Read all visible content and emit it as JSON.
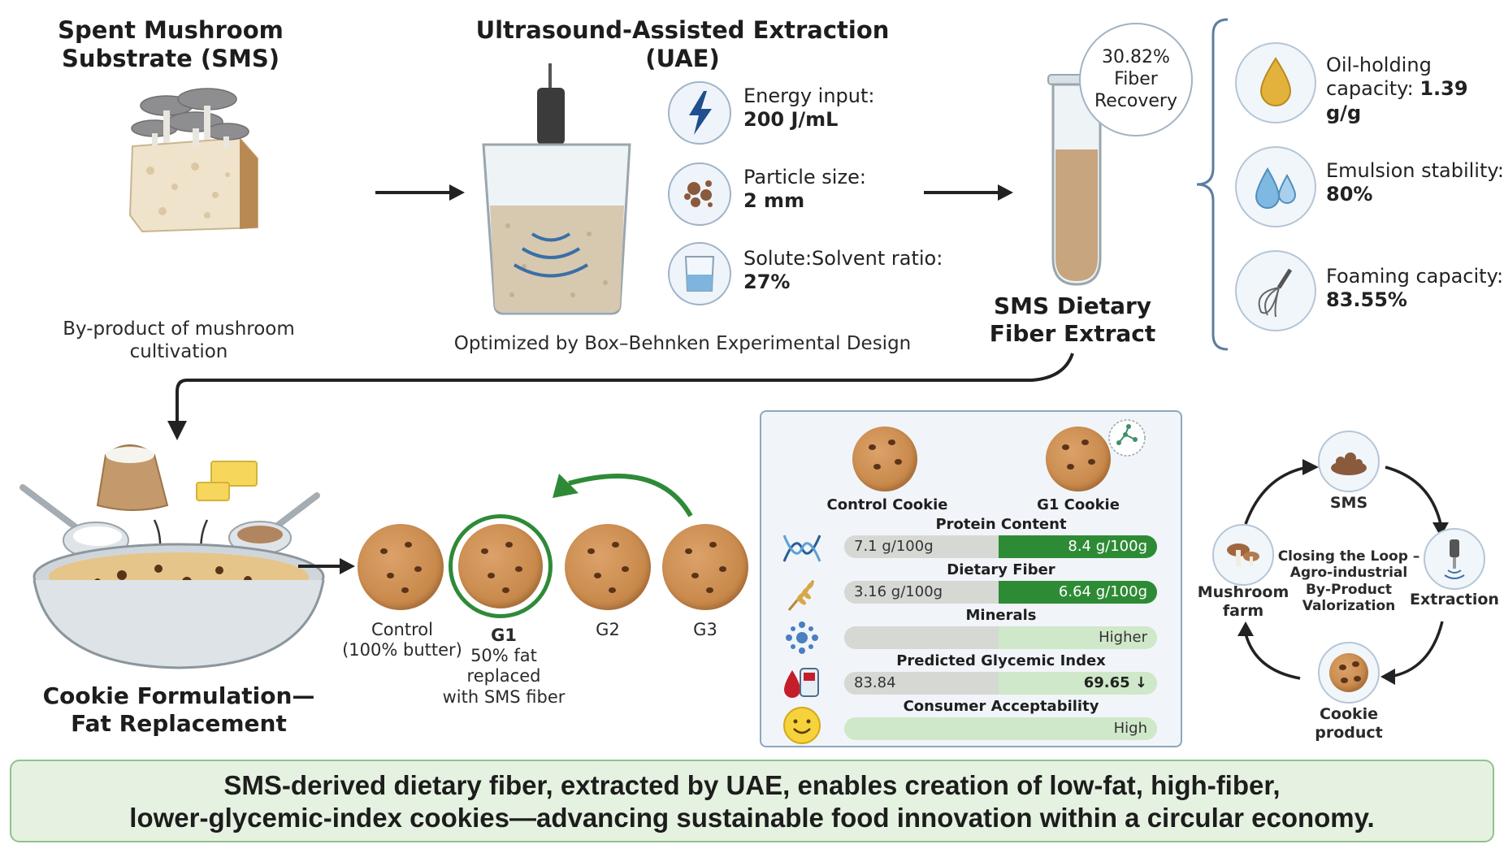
{
  "sms": {
    "title": "Spent Mushroom Substrate (SMS)",
    "caption": "By-product of mushroom cultivation"
  },
  "uae": {
    "title": "Ultrasound-Assisted Extraction (UAE)",
    "caption": "Optimized by Box–Behnken Experimental Design",
    "params": [
      {
        "label": "Energy input:",
        "value": "200 J/mL",
        "icon": "lightning-icon"
      },
      {
        "label": "Particle size:",
        "value": "2 mm",
        "icon": "particles-icon"
      },
      {
        "label": "Solute:Solvent ratio:",
        "value": "27%",
        "icon": "beaker-icon"
      }
    ]
  },
  "extract": {
    "recovery_value": "30.82%",
    "recovery_line1": "Fiber",
    "recovery_line2": "Recovery",
    "title_line1": "SMS Dietary",
    "title_line2": "Fiber Extract"
  },
  "properties": [
    {
      "label": "Oil-holding",
      "label2": "capacity:",
      "value": "1.39 g/g",
      "icon": "oil-drop-icon"
    },
    {
      "label": "Emulsion stability:",
      "value": "80%",
      "icon": "water-drops-icon"
    },
    {
      "label": "Foaming capacity:",
      "value": "83.55%",
      "icon": "whisk-icon"
    }
  ],
  "formulation": {
    "title_line1": "Cookie Formulation—",
    "title_line2": "Fat Replacement"
  },
  "cookies": {
    "control_line1": "Control",
    "control_line2": "(100% butter)",
    "g1": "G1",
    "g1_desc_line1": "50% fat",
    "g1_desc_line2": "replaced",
    "g1_desc_line3": "with SMS fiber",
    "g2": "G2",
    "g3": "G3"
  },
  "comparison": {
    "control_label": "Control Cookie",
    "g1_label": "G1 Cookie",
    "metrics": [
      {
        "title": "Protein Content",
        "left": "7.1 g/100g",
        "right": "8.4 g/100g",
        "style": "dark",
        "icon": "dna-icon"
      },
      {
        "title": "Dietary Fiber",
        "left": "3.16 g/100g",
        "right": "6.64 g/100g",
        "style": "dark",
        "icon": "wheat-icon"
      },
      {
        "title": "Minerals",
        "left": "",
        "right": "Higher",
        "style": "light",
        "icon": "minerals-icon"
      },
      {
        "title": "Predicted Glycemic Index",
        "left": "83.84",
        "right": "69.65 ↓",
        "style": "light",
        "icon": "glucose-meter-icon"
      },
      {
        "title": "Consumer Acceptability",
        "left": "",
        "right": "High",
        "style": "full",
        "icon": "smiley-icon"
      }
    ],
    "colors": {
      "dark_green": "#2e8b35",
      "light_green": "#cfe8c9",
      "gray": "#d6d8d4"
    }
  },
  "cycle": {
    "center_line1": "Closing the Loop –",
    "center_line2": "Agro-industrial",
    "center_line3": "By-Product",
    "center_line4": "Valorization",
    "sms": "SMS",
    "extraction": "Extraction",
    "cookie_product": "Cookie product",
    "farm_line1": "Mushroom",
    "farm_line2": "farm"
  },
  "conclusion": {
    "line1": "SMS-derived dietary fiber, extracted by UAE, enables creation of low-fat, high-fiber,",
    "line2": "lower-glycemic-index cookies—advancing sustainable food innovation within a circular economy."
  }
}
